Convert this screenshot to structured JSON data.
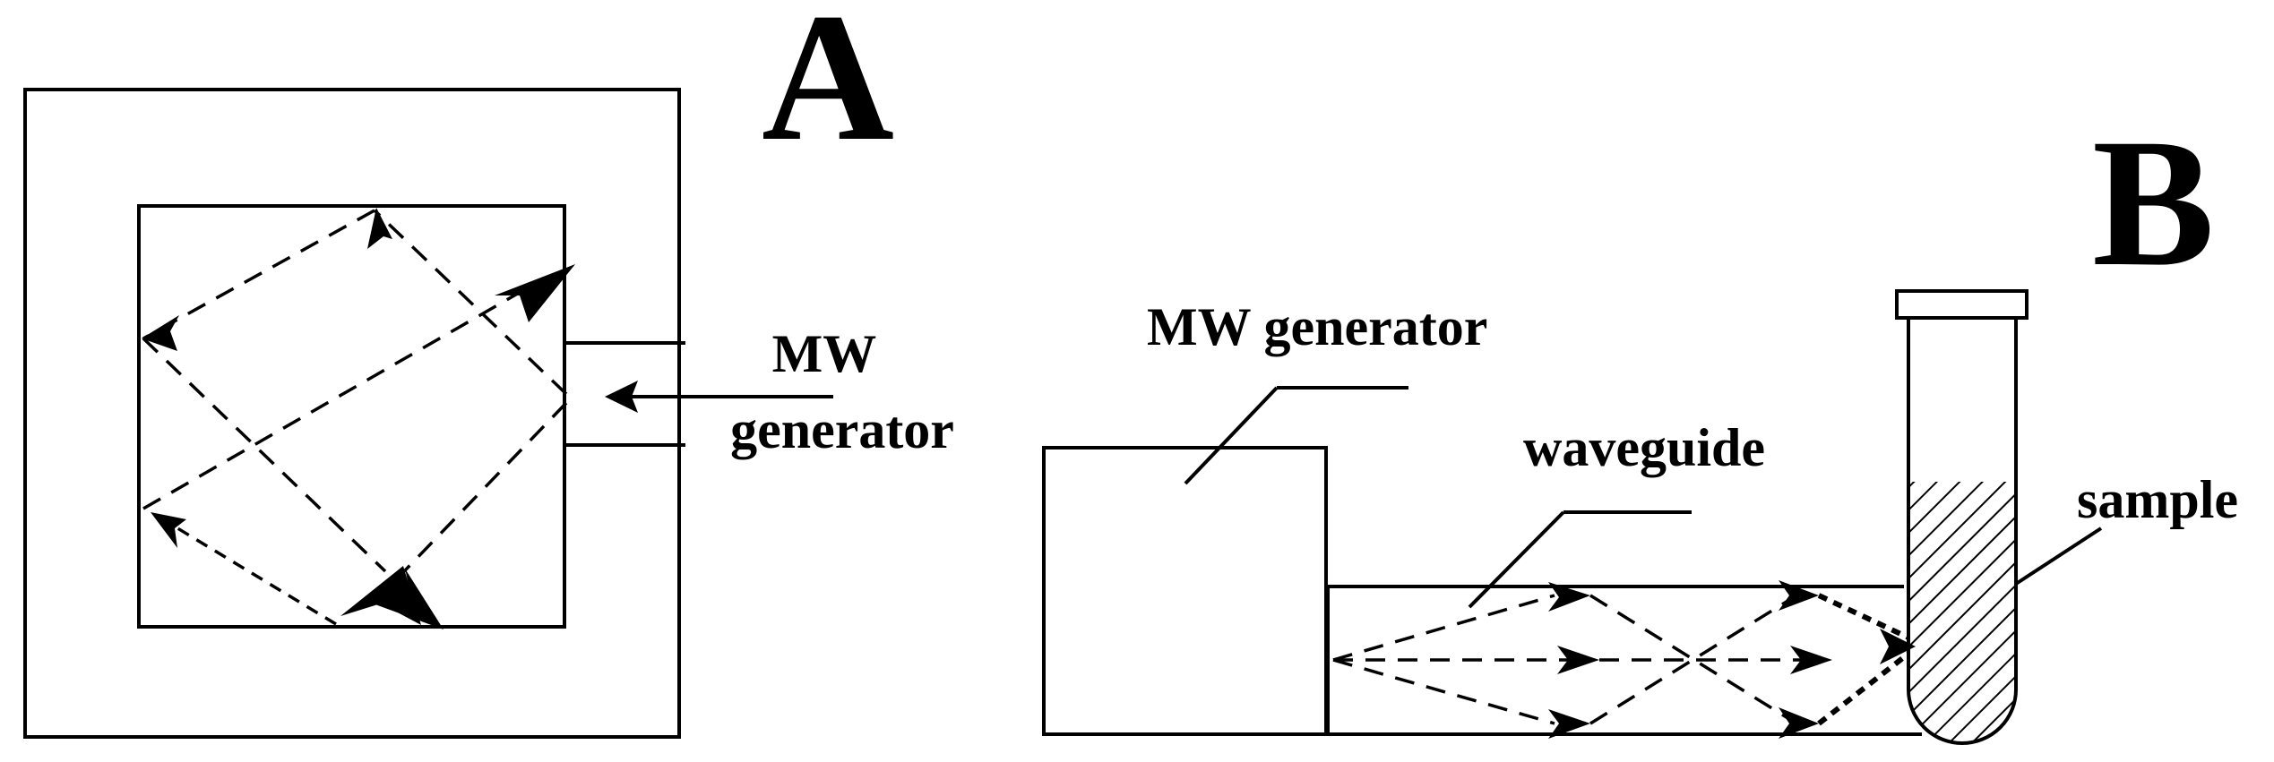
{
  "panel_a": {
    "letter": "A",
    "generator_label_line1": "MW",
    "generator_label_line2": "generator"
  },
  "panel_b": {
    "letter": "B",
    "generator_label": "MW generator",
    "waveguide_label": "waveguide",
    "sample_label": "sample"
  }
}
